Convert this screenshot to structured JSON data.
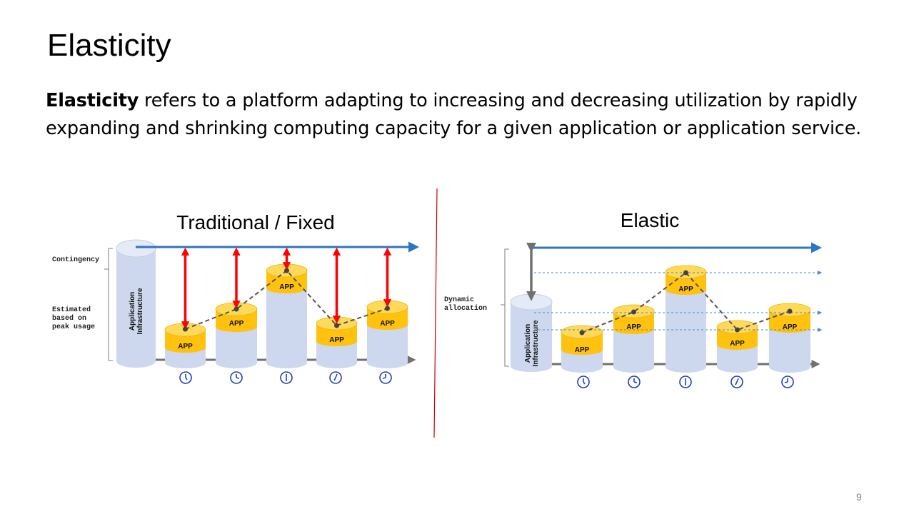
{
  "slide": {
    "title": "Elasticity",
    "description_bold": "Elasticity",
    "description_rest": " refers to a platform adapting to increasing and decreasing utilization by rapidly expanding and shrinking computing capacity for a given application or application service.",
    "page_number": "9"
  },
  "left_panel": {
    "heading": "Traditional / Fixed",
    "labels": {
      "contingency": "Contingency",
      "estimated_line1": "Estimated",
      "estimated_line2": "based on",
      "estimated_line3": "peak usage",
      "infra_line1": "Application",
      "infra_line2": "Infrastructure"
    },
    "app_label": "APP"
  },
  "right_panel": {
    "heading": "Elastic",
    "labels": {
      "dynamic_line1": "Dynamic",
      "dynamic_line2": "allocation",
      "infra_line1": "Application",
      "infra_line2": "Infrastructure"
    },
    "app_label": "APP"
  },
  "colors": {
    "cylinder_body": "#cdd8ee",
    "app_fill": "#ffc20e",
    "arrow_blue": "#2e75c5",
    "arrow_red": "#ff0000",
    "axis_gray": "#707070",
    "clock_blue": "#1f3fbf",
    "divider_red": "#cc0000"
  }
}
